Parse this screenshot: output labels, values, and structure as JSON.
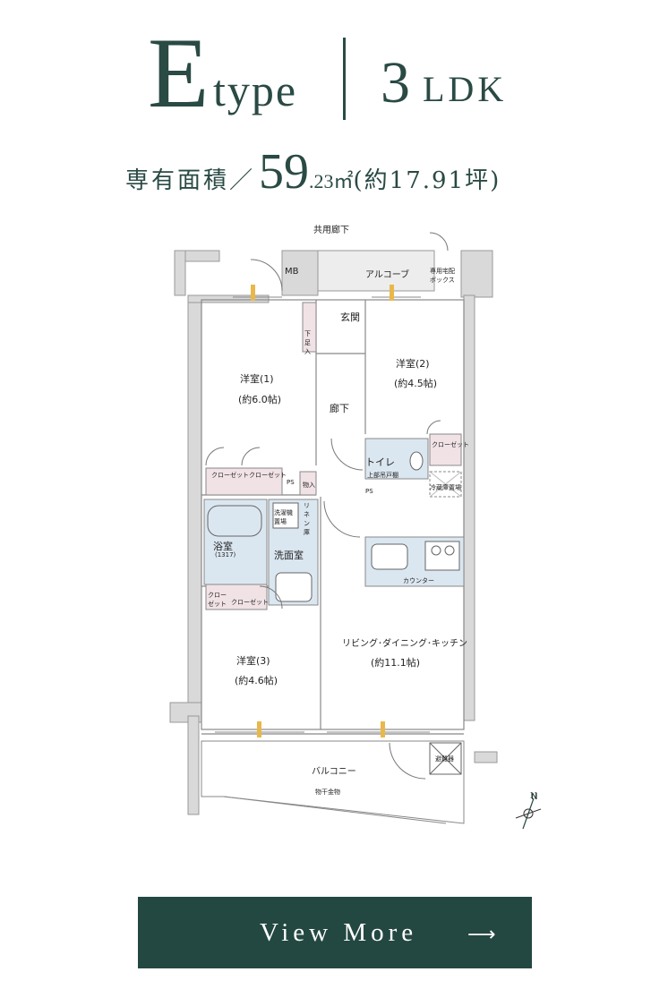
{
  "header": {
    "type_letter": "E",
    "type_word": "type",
    "ldk_number": "3",
    "ldk_text": "LDK"
  },
  "area": {
    "label": "専有面積／",
    "value_int": "59",
    "value_dec": ".23㎡",
    "tsubo": "(約17.91坪)"
  },
  "floorplan": {
    "corridor": "共用廊下",
    "mb": "MB",
    "alcove": "アルコーブ",
    "delivery_box": "専用宅配ボックス",
    "entrance": "玄関",
    "shoe_box": "下足入",
    "room1": "洋室(1)",
    "room1_size": "(約6.0帖)",
    "room2": "洋室(2)",
    "room2_size": "(約4.5帖)",
    "room3": "洋室(3)",
    "room3_size": "(約4.6帖)",
    "hallway": "廊下",
    "toilet": "トイレ",
    "toilet_cabinet": "上部吊戸棚",
    "closet": "クローゼット",
    "closet_short": "クロー\nゼット",
    "ps": "PS",
    "storage": "物入",
    "laundry": "洗濯機置場",
    "linen": "リネン庫",
    "bath": "浴室",
    "bath_size": "(1317)",
    "washroom": "洗面室",
    "fridge": "冷蔵庫置場",
    "counter": "カウンター",
    "ldk": "リビング･ダイニング･キッチン",
    "ldk_size": "(約11.1帖)",
    "balcony": "バルコニー",
    "drying": "物干金物",
    "hatch": "避難器",
    "north": "N"
  },
  "colors": {
    "brand": "#234841",
    "text": "#2a4a44",
    "closet": "#f1e2e6",
    "wet": "#dbe7f0"
  },
  "button": {
    "label": "View More",
    "arrow": "⟶"
  }
}
